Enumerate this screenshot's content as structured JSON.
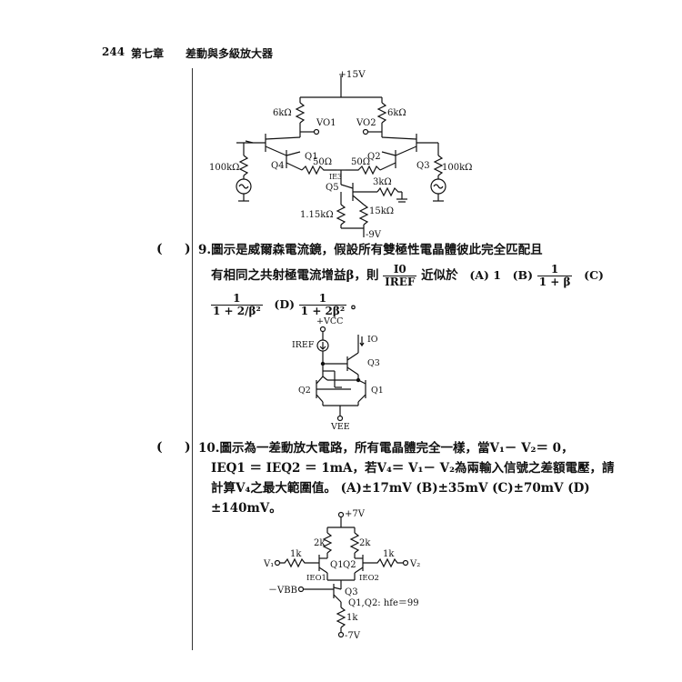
{
  "header": {
    "page_number": "244",
    "chapter": "第七章",
    "chapter_title": "差動與多級放大器"
  },
  "fig1": {
    "vplus": "+15V",
    "r_left": "6kΩ",
    "r_right": "6kΩ",
    "vo1": "VO1",
    "vo2": "VO2",
    "q1": "Q1",
    "q2": "Q2",
    "q3": "Q3",
    "q4": "Q4",
    "q5": "Q5",
    "re_left": "50Ω",
    "re_right": "50Ω",
    "rb_left": "100kΩ",
    "rb_right": "100kΩ",
    "ie3": "IE3",
    "r3k": "3kΩ",
    "r115k": "1.15kΩ",
    "r15k": "15kΩ",
    "vminus": "-9V"
  },
  "q9": {
    "paren_open": "(",
    "paren_close": ")",
    "number": "9.",
    "line1": "圖示是威爾森電流鏡，假設所有雙極性電晶體彼此完全匹配且",
    "line2a": "有相同之共射極電流增益β，則",
    "frac_num": "I0",
    "frac_den": "IREF",
    "line2b": "近似於",
    "optA": "(A) 1",
    "optB_label": "(B)",
    "optB_num": "1",
    "optB_den": "1 + β",
    "optC_label": "(C)",
    "optC_num": "1",
    "optC_den": "1 + 2/β²",
    "optD_label": "(D)",
    "optD_num": "1",
    "optD_den": "1 + 2β²",
    "end": "。"
  },
  "fig2": {
    "vcc": "+VCC",
    "iref": "IREF",
    "io": "IO",
    "q1": "Q1",
    "q2": "Q2",
    "q3": "Q3",
    "vee": "VEE"
  },
  "q10": {
    "paren_open": "(",
    "paren_close": ")",
    "number": "10.",
    "line1": "圖示為一差動放大電路，所有電晶體完全一樣，當V₁－ V₂＝ 0，",
    "line2": "IEQ1 ＝ IEQ2 ＝ 1mA，若V₄＝ V₁－ V₂為兩輸入信號之差額電壓，請",
    "line3": "計算V₄之最大範圍值。 (A)±17mV (B)±35mV (C)±70mV (D)",
    "line4": "±140mV。"
  },
  "fig3": {
    "vplus": "+7V",
    "r_left": "2k",
    "r_right": "2k",
    "rb_left": "1k",
    "rb_right": "1k",
    "v1": "V₁",
    "v2": "V₂",
    "q1": "Q1",
    "q2": "Q2",
    "q3": "Q3",
    "ieo1": "IEO1",
    "ieo2": "IEO2",
    "vbb": "－VBB",
    "hfe": "Q1,Q2: hfe＝99",
    "re": "1k",
    "vminus": "-7V"
  }
}
